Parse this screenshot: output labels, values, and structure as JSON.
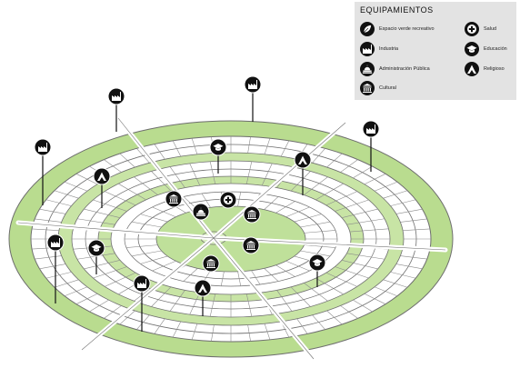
{
  "legend": {
    "title": "EQUIPAMIENTOS",
    "items": [
      {
        "key": "verde",
        "label": "Espacio verde recreativo",
        "icon": "leaf-icon"
      },
      {
        "key": "industria",
        "label": "Industria",
        "icon": "factory-icon"
      },
      {
        "key": "admin",
        "label": "Administración Pública",
        "icon": "dome-icon"
      },
      {
        "key": "cultural",
        "label": "Cultural",
        "icon": "columns-icon"
      },
      {
        "key": "salud",
        "label": "Salud",
        "icon": "medical-cross-icon"
      },
      {
        "key": "educacion",
        "label": "Educación",
        "icon": "graduation-cap-icon"
      },
      {
        "key": "religioso",
        "label": "Religioso",
        "icon": "praying-hands-icon"
      }
    ]
  },
  "colors": {
    "green": "#b9dc8f",
    "light_green": "#cfe8ad",
    "road": "#ffffff",
    "outline": "#6e6e6e",
    "marker": "#111111",
    "legend_bg": "#e3e3e3"
  },
  "markers": [
    {
      "type": "industria"
    },
    {
      "type": "industria"
    },
    {
      "type": "industria"
    },
    {
      "type": "industria"
    },
    {
      "type": "industria"
    },
    {
      "type": "industria"
    },
    {
      "type": "educacion"
    },
    {
      "type": "educacion"
    },
    {
      "type": "educacion"
    },
    {
      "type": "religioso"
    },
    {
      "type": "religioso"
    },
    {
      "type": "religioso"
    },
    {
      "type": "cultural"
    },
    {
      "type": "cultural"
    },
    {
      "type": "cultural"
    },
    {
      "type": "cultural"
    },
    {
      "type": "salud"
    },
    {
      "type": "admin"
    }
  ]
}
